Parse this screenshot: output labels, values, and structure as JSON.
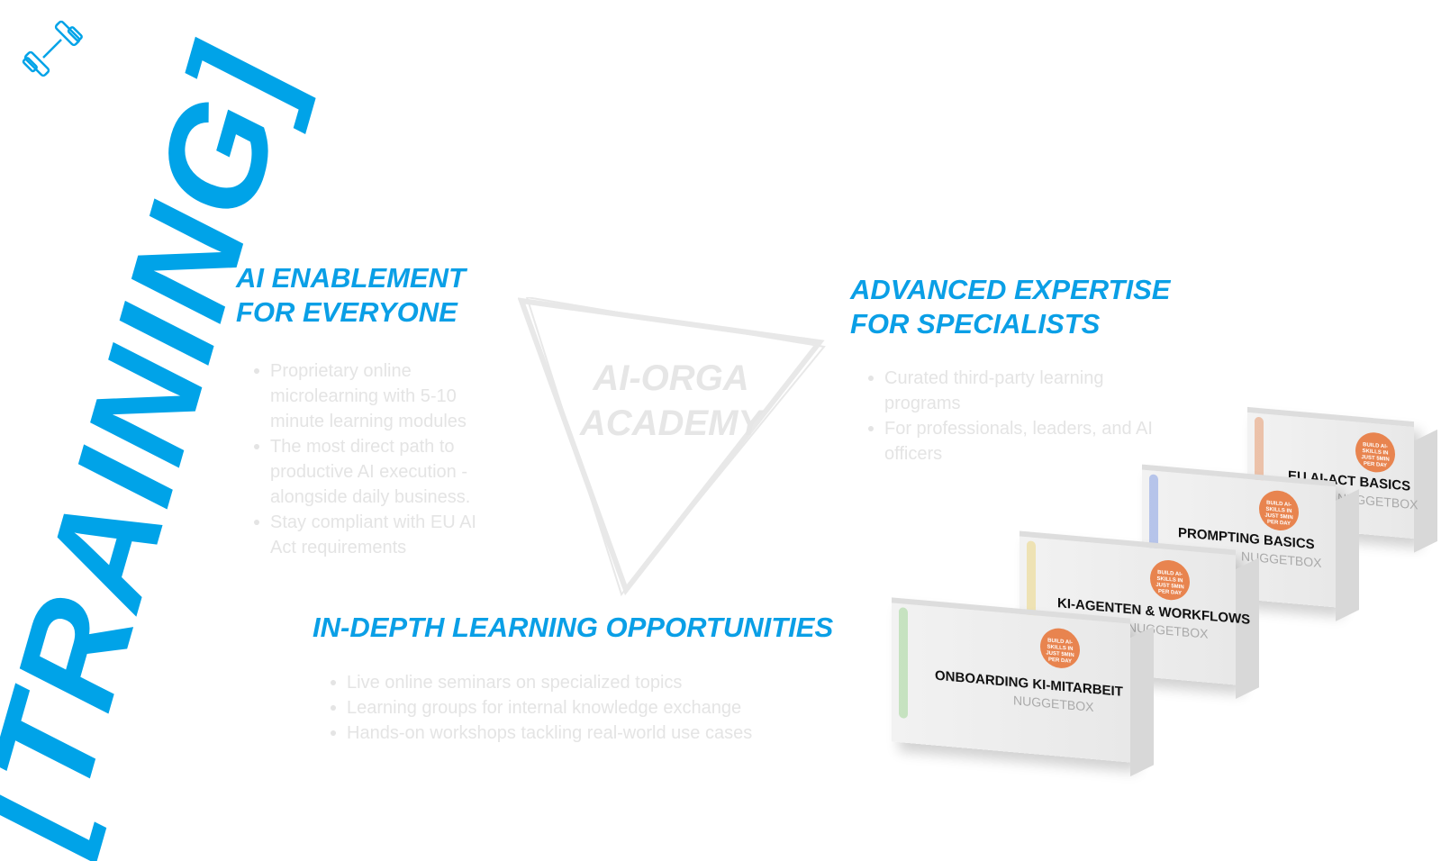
{
  "title": "[TRAINING]",
  "icon": "dumbbell-icon",
  "accent": "#00a3e8",
  "sections": {
    "everyone": {
      "heading_line1": "AI ENABLEMENT",
      "heading_line2": "FOR EVERYONE",
      "bullets": [
        "Proprietary online microlearning with 5-10 minute learning modules",
        "The most direct path to productive AI execution - alongside daily business.",
        "Stay compliant with EU AI Act requirements"
      ]
    },
    "specialists": {
      "heading_line1": "ADVANCED EXPERTISE",
      "heading_line2": "FOR SPECIALISTS",
      "bullets": [
        "Curated third-party learning programs",
        "For professionals, leaders, and AI officers"
      ]
    },
    "indepth": {
      "heading": "IN-DEPTH LEARNING OPPORTUNITIES",
      "bullets": [
        "Live online seminars on specialized topics",
        "Learning groups for internal knowledge exchange",
        "Hands-on workshops tackling real-world use cases"
      ]
    }
  },
  "logo": {
    "line1": "AI-ORGA",
    "line2": "ACADEMY"
  },
  "boxes": [
    {
      "title": "EU AI-ACT BASICS",
      "subtitle": "NUGGETBOX",
      "badge": "BUILD AI-SKILLS IN JUST 5MIN PER DAY",
      "color": "#e8a27a"
    },
    {
      "title": "PROMPTING BASICS",
      "subtitle": "NUGGETBOX",
      "badge": "BUILD AI-SKILLS IN JUST 5MIN PER DAY",
      "color": "#8fa6e6"
    },
    {
      "title": "KI-AGENTEN & WORKFLOWS",
      "subtitle": "NUGGETBOX",
      "badge": "BUILD AI-SKILLS IN JUST 5MIN PER DAY",
      "color": "#ecd98a"
    },
    {
      "title": "ONBOARDING KI-MITARBEIT",
      "subtitle": "NUGGETBOX",
      "badge": "BUILD AI-SKILLS IN JUST 5MIN PER DAY",
      "color": "#a8d8a0"
    }
  ]
}
